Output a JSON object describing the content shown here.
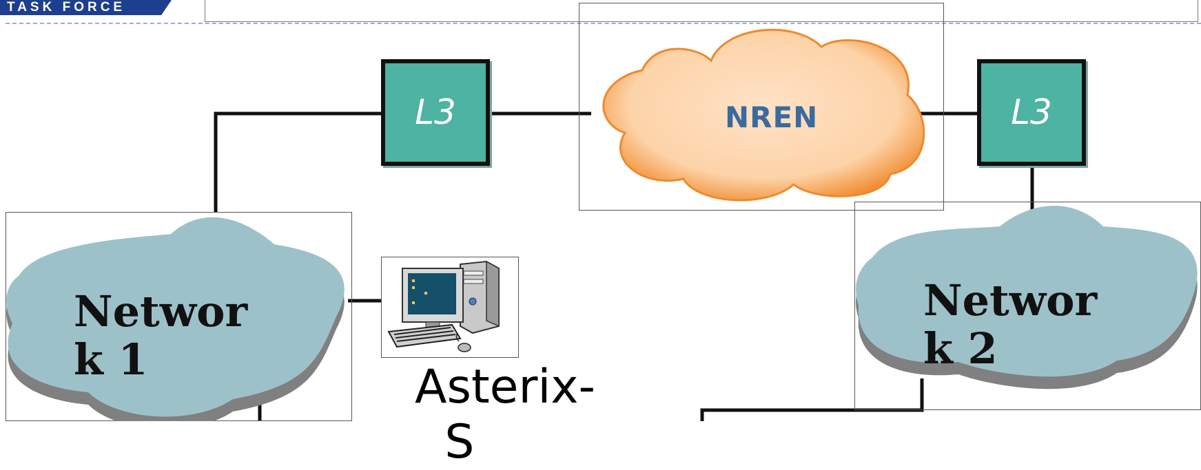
{
  "header": {
    "logo_text": "TASK FORCE"
  },
  "diagram": {
    "nren": {
      "label": "NREN"
    },
    "routers": [
      {
        "label": "L3"
      },
      {
        "label": "L3"
      }
    ],
    "networks": [
      {
        "label": "Networ\nk 1"
      },
      {
        "label": "Networ\nk 2"
      }
    ],
    "server": {
      "label": "Asterix-\n  S"
    }
  },
  "colors": {
    "l3_fill": "#4db3a2",
    "nren_cloud": "#fdd9b5",
    "nren_text": "#3b6a9e",
    "network_cloud": "#9dc1c9"
  },
  "icons": [
    "desktop-computer-icon"
  ]
}
